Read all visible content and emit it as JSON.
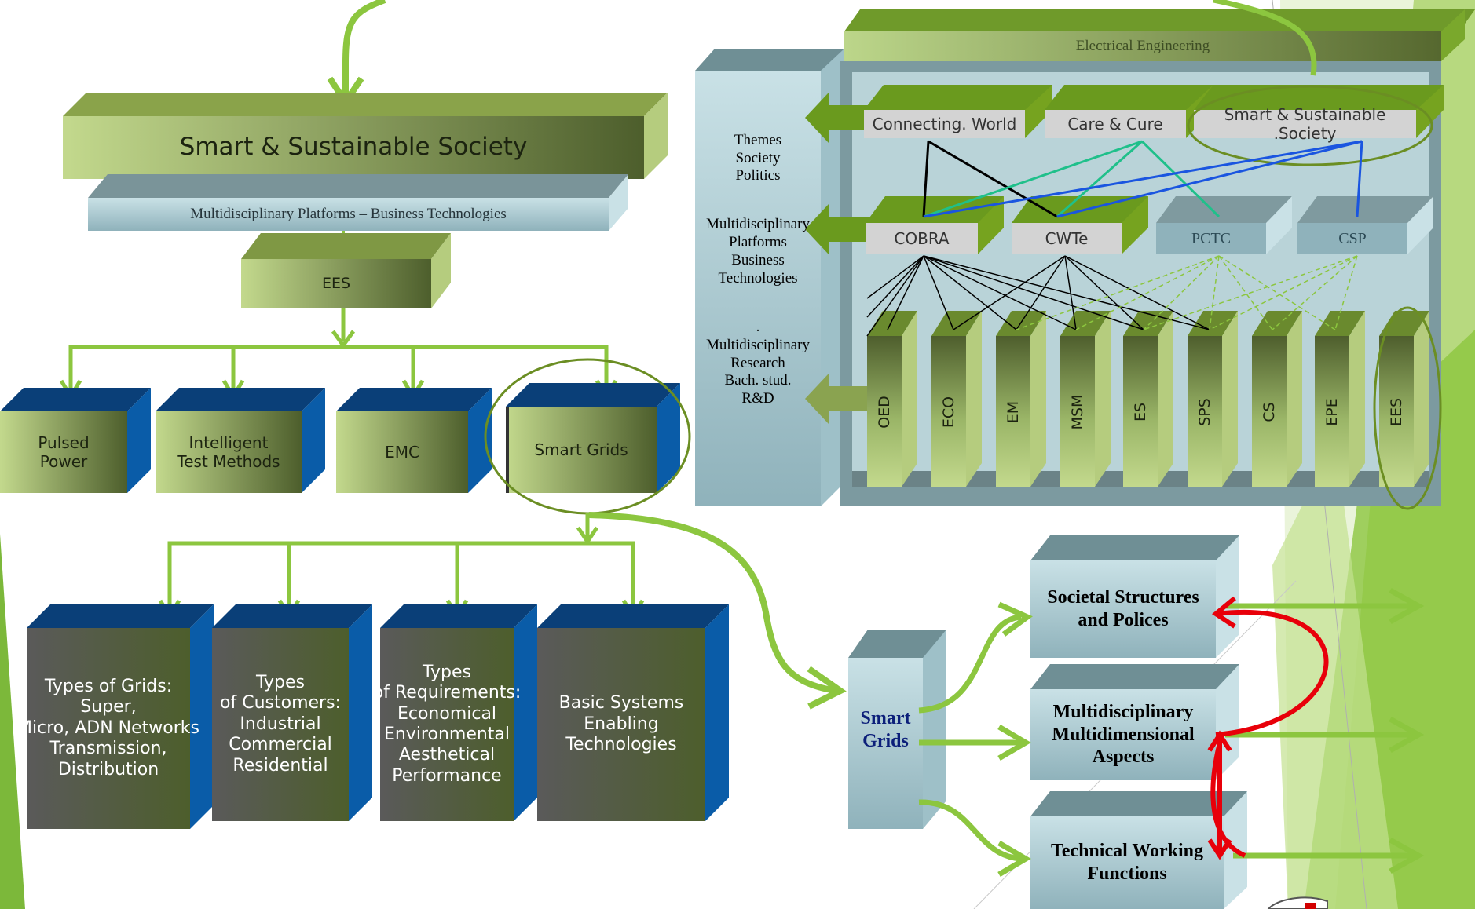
{
  "left": {
    "society_title": "Smart & Sustainable Society",
    "platform_label": "Multidisciplinary Platforms – Business Technologies",
    "ees_label": "EES",
    "research_areas": [
      "Pulsed\nPower",
      "Intelligent\nTest Methods",
      "EMC",
      "Smart Grids"
    ],
    "grid_topics": [
      "Types of Grids:\nSuper,\nMicro, ADN Networks\nTransmission,\nDistribution",
      "Types\nof Customers:\nIndustrial\nCommercial\nResidential",
      "Types\nof Requirements:\nEconomical\nEnvironmental\nAesthetical\nPerformance",
      "Basic  Systems\nEnabling\nTechnologies"
    ]
  },
  "right": {
    "department_title": "Electrical Engineering",
    "side_labels": {
      "themes": "Themes\nSociety\nPolitics",
      "platforms": "Multidisciplinary\nPlatforms\nBusiness\nTechnologies",
      "research": ".\nMultidisciplinary\nResearch\nBach. stud.\nR&D"
    },
    "themes": [
      "Connecting. World",
      "Care & Cure",
      "Smart & Sustainable .Society"
    ],
    "platforms": [
      "COBRA",
      "CWTe",
      "PCTC",
      "CSP"
    ],
    "research_groups": [
      "OED",
      "ECO",
      "EM",
      "MSM",
      "ES",
      "SPS",
      "CS",
      "EPE",
      "EES"
    ]
  },
  "bottom": {
    "smart_grids_label": "Smart\nGrids",
    "aspects": [
      "Societal Structures\nand Polices",
      "Multidisciplinary\nMultidimensional\nAspects",
      "Technical Working\nFunctions"
    ]
  },
  "colors": {
    "accent_green": "#8cc63f",
    "olive_light": "#b5cc7e",
    "olive_dark": "#4f5f2d",
    "blue_side": "#0a5ca8",
    "navy_top": "#0a3f78",
    "grey_box": "#5a5a5a",
    "steel_light": "#aac8d0",
    "feedback_red": "#e8000a",
    "link_blue": "#1a55e0",
    "link_teal": "#1fc08a"
  }
}
